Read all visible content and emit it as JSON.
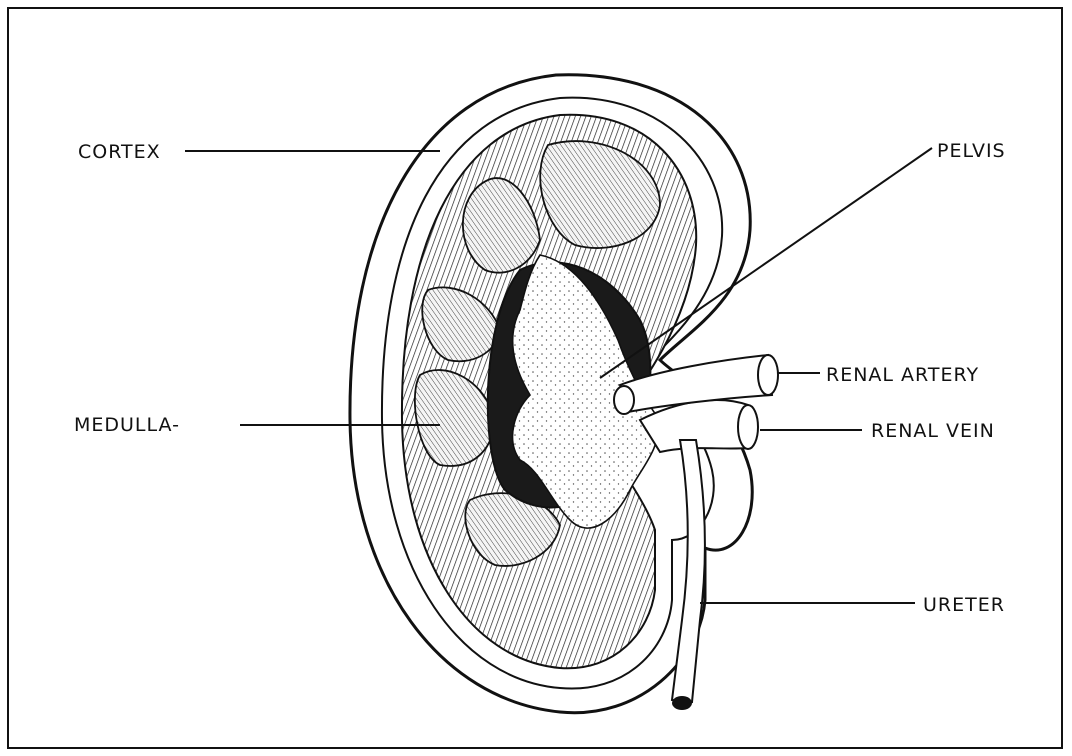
{
  "diagram": {
    "labels": {
      "cortex": "CORTEX",
      "pelvis": "PELVIS",
      "renal_artery": "RENAL ARTERY",
      "medulla": "MEDULLA-",
      "renal_vein": "RENAL VEIN",
      "ureter": "URETER"
    }
  }
}
